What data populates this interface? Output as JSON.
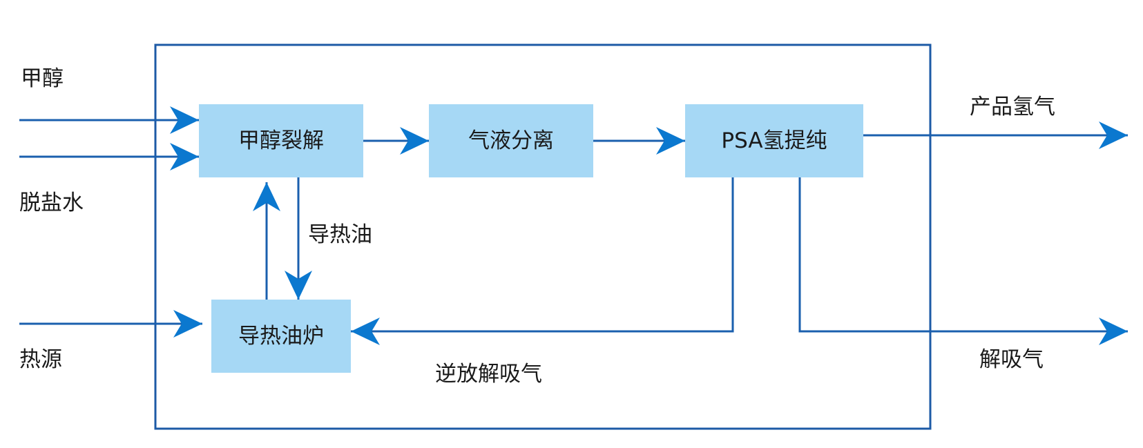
{
  "colors": {
    "frame": "#1c5aa6",
    "arrow": "#1a5fae",
    "arrowhead": "#0b78cf",
    "box_fill": "#a6d8f5",
    "text": "#1a1a1a"
  },
  "nodes": {
    "decomposition": "甲醇裂解",
    "separation": "气液分离",
    "psa": "PSA氢提纯",
    "furnace": "导热油炉"
  },
  "inputs": {
    "methanol": "甲醇",
    "water": "脱盐水",
    "heat_source": "热源"
  },
  "outputs": {
    "product_h2": "产品氢气",
    "desorption_gas": "解吸气"
  },
  "flows": {
    "thermal_oil": "导热油",
    "reverse_gas": "逆放解吸气"
  }
}
